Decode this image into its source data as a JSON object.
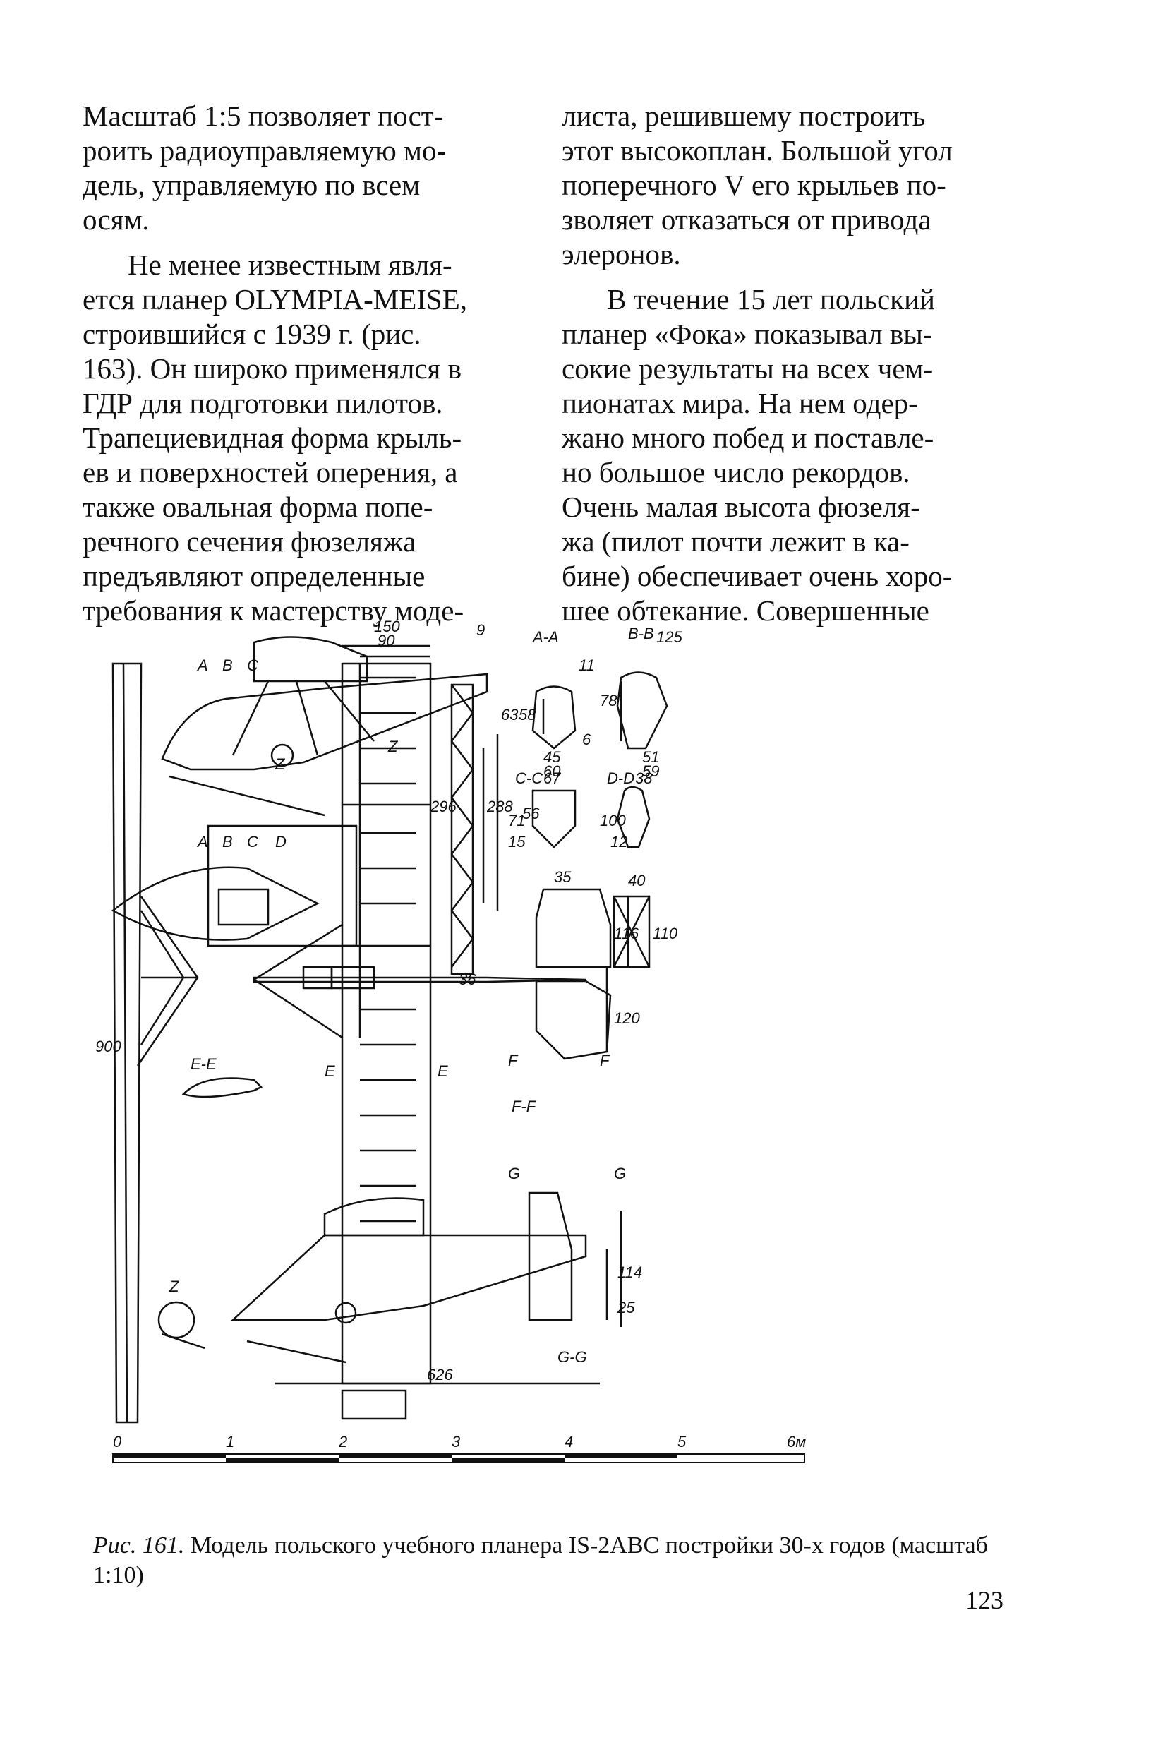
{
  "left_column": {
    "p1": [
      "Масштаб 1:5 позволяет пост-",
      "роить радиоуправляемую мо-",
      "дель, управляемую по всем",
      "осям."
    ],
    "p2": [
      "Не менее известным явля-",
      "ется планер OLYMPIA-MEISE,",
      "строившийся с 1939 г. (рис.",
      "163). Он широко применялся в",
      "ГДР для подготовки пилотов.",
      "Трапециевидная форма крыль-",
      "ев и поверхностей оперения, а",
      "также овальная форма попе-",
      "речного сечения фюзеляжа",
      "предъявляют определенные",
      "требования к мастерству моде-"
    ]
  },
  "right_column": {
    "p1": [
      "листа, решившему построить",
      "этот высокоплан. Большой угол",
      "поперечного V его крыльев по-",
      "зволяет отказаться от привода",
      "элеронов."
    ],
    "p2": [
      "В течение 15 лет польский",
      "планер «Фока» показывал вы-",
      "сокие результаты на всех чем-",
      "пионатах мира. На нем одер-",
      "жано много побед и поставле-",
      "но большое число рекордов.",
      "Очень малая высота фюзеля-",
      "жа (пилот почти лежит в ка-",
      "бине) обеспечивает очень хоро-",
      "шее обтекание. Совершенные"
    ]
  },
  "figure": {
    "section_labels": {
      "aa": "A-A",
      "bb": "B-B",
      "cc": "C-C",
      "dd": "D-D",
      "ee": "E-E",
      "ff": "F-F",
      "gg": "G-G"
    },
    "marker_labels": {
      "a": "A",
      "b": "B",
      "c": "C",
      "d": "D",
      "e": "E",
      "f": "F",
      "g": "G",
      "z": "Z"
    },
    "dimensions": {
      "d150": "150",
      "d90": "90",
      "d9": "9",
      "d296": "296",
      "d288": "288",
      "d36": "36",
      "d63": "63",
      "d58": "58",
      "d11": "11",
      "d45": "45",
      "d60": "60",
      "d6": "6",
      "d78": "78",
      "d125": "125",
      "d51": "51",
      "d59": "59",
      "d67": "67",
      "d71": "71",
      "d56": "56",
      "d15": "15",
      "d38": "38",
      "d100": "100",
      "d12": "12",
      "d35": "35",
      "d40": "40",
      "d116": "116",
      "d110": "110",
      "d120": "120",
      "d900": "900",
      "d626": "626",
      "d114": "114",
      "d25": "25"
    },
    "scale_ticks": [
      "0",
      "1",
      "2",
      "3",
      "4",
      "5",
      "6м"
    ]
  },
  "caption": {
    "lead": "Рис. 161.",
    "text": " Модель польского учебного планера IS-2ABC постройки 30-х годов (масштаб 1:10)"
  },
  "page_number": "123"
}
